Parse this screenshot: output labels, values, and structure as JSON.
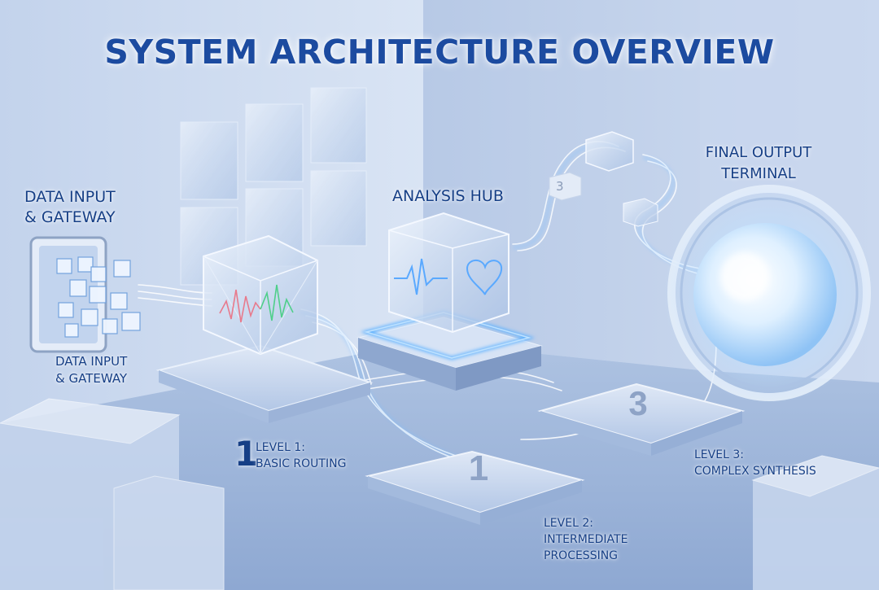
{
  "title": "SYSTEM ARCHITECTURE OVERVIEW",
  "nodes": {
    "input": {
      "label_line1": "DATA INPUT",
      "label_line2": "& GATEWAY",
      "sub_line1": "DATA INPUT",
      "sub_line2": "& GATEWAY"
    },
    "hub": {
      "label": "ANALYSIS HUB"
    },
    "output": {
      "label_line1": "FINAL OUTPUT",
      "label_line2": "TERMINAL"
    }
  },
  "levels": [
    {
      "number": "1",
      "label_line1": "LEVEL 1:",
      "label_line2": "BASIC ROUTING"
    },
    {
      "number": "1",
      "label_line1": "LEVEL 2:",
      "label_line2": "INTERMEDIATE",
      "label_line3": "PROCESSING"
    },
    {
      "number": "3",
      "label_line1": "LEVEL 3:",
      "label_line2": "COMPLEX SYNTHESIS"
    }
  ],
  "connector_marker": "3",
  "colors": {
    "title": "#1c4ba0",
    "label": "#163f86",
    "glow": "#6fb6ff",
    "background": "#bccde7"
  }
}
